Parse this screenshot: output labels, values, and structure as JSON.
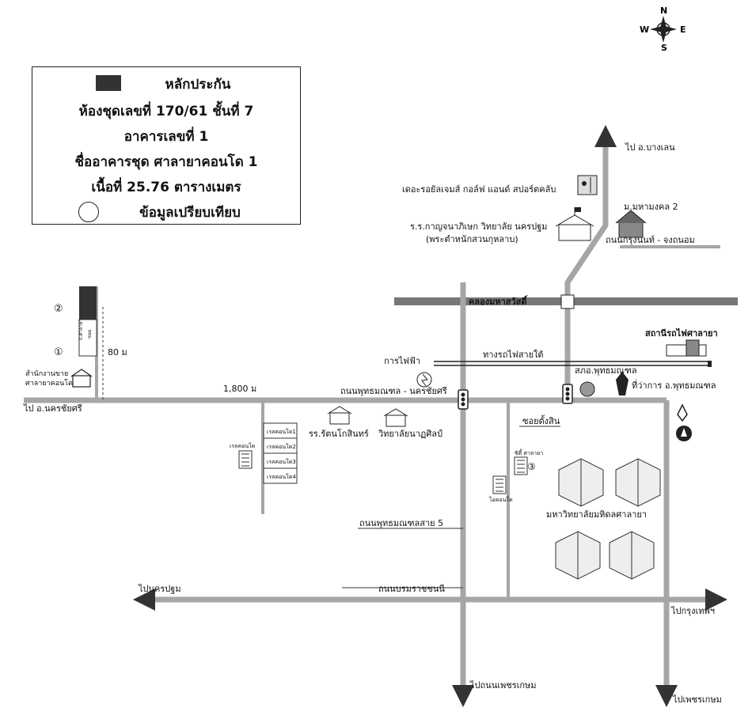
{
  "legend": {
    "collateral": "หลักประกัน",
    "unit": "ห้องชุดเลขที่ 170/61 ชั้นที่ 7",
    "building": "อาคารเลขที่ 1",
    "condo_name": "ชื่ออาคารชุด ศาลายาคอนโด 1",
    "area": "เนื้อที่ 25.76  ตารางเมตร",
    "comparison": "ข้อมูลเปรียบเทียบ"
  },
  "compass": {
    "n": "N",
    "s": "S",
    "e": "E",
    "w": "W"
  },
  "labels": {
    "to_bang_len": "ไป อ.บางเลน",
    "golf_club": "เดอะรอยัลเจมส์ กอล์ฟ แอนด์ สปอร์ตคลับ",
    "school": "ร.ร.กาญจนาภิเษก วิทยาลัย นครปฐม",
    "school_sub": "(พระตำหนักสวนกุหลาบ)",
    "village": "ม.มหามงคล 2",
    "road_krung_nonthaburi": "ถนนกรุงนนท์ - จงถนอม",
    "canal": "คลองมหาสวัสดิ์",
    "station": "สถานีรถไฟศาลายา",
    "electricity": "การไฟฟ้า",
    "railway": "ทางรถไฟสายใต้",
    "police": "สภอ.พุทธมณฑล",
    "district_office": "ที่ว่าการ อ.พุทธมณฑล",
    "road_phutthamonthon_nakhonchaisi": "ถนนพุทธมณฑล - นครชัยศรี",
    "distance_1800": "1,800 ม",
    "to_nakhon_chai_si": "ไป อ.นครชัยศรี",
    "sales_office": "สำนักงานขาย",
    "sales_office_sub": "ศาลายาคอนโด",
    "distance_80": "80 ม",
    "marker1": "①",
    "marker2": "②",
    "marker3": "③",
    "condo_left": "เรลคอนโด",
    "condo1": "เรลคอนโด1",
    "condo2": "เรลคอนโด2",
    "condo3": "เรลคอนโด3",
    "condo4": "เรลคอนโด4",
    "ratanakosin": "รร.รัตนโกสินทร์",
    "natasin": "วิทยาลัยนาฏศิลป์",
    "soi_tang_sin": "ซอยตั้งสิน",
    "city_salaya": "ซิตี้ ศาลายา",
    "i_condo": "ไอคอนโด",
    "mahidol": "มหาวิทยาลัยมหิดลศาลายา",
    "road_phutthamonthon_5": "ถนนพุทธมณฑลสาย 5",
    "to_nakhon_pathom": "ไปนครปฐม",
    "road_borommaratchachonnani": "ถนนบรมราชชนนี",
    "to_bangkok": "ไปกรุงเทพฯ",
    "to_phetkasem_road": "ไปถนนเพชรเกษม",
    "to_phetkasem": "ไปเพชรเกษม",
    "vertical_road_a": "ถ.ศาลายา",
    "vertical_road_b": "ซอย"
  }
}
